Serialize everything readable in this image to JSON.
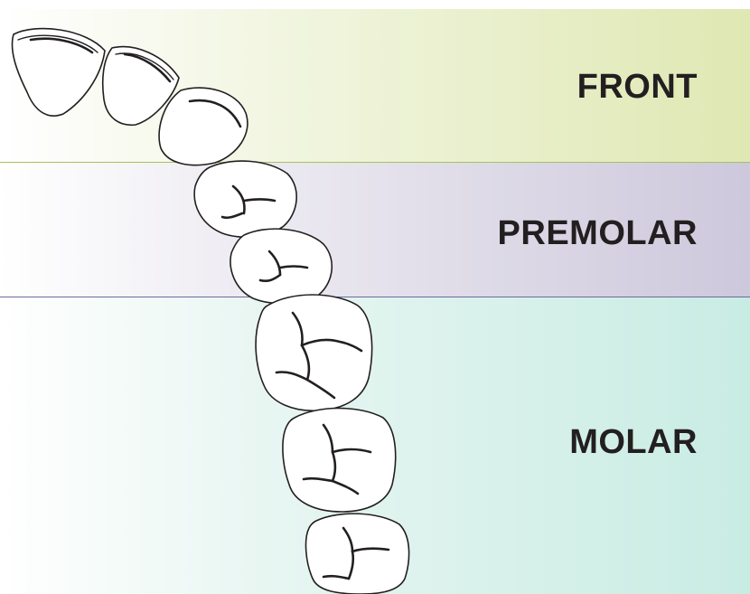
{
  "regions": {
    "front": {
      "label": "FRONT",
      "color": "#dfe8b3"
    },
    "premolar": {
      "label": "PREMOLAR",
      "color": "#cdc8dc"
    },
    "molar": {
      "label": "MOLAR",
      "color": "#c8ece3"
    }
  },
  "teeth": [
    {
      "name": "central-incisor-tooth",
      "type": "incisor"
    },
    {
      "name": "lateral-incisor-tooth",
      "type": "incisor"
    },
    {
      "name": "canine-tooth",
      "type": "canine"
    },
    {
      "name": "first-premolar-tooth",
      "type": "premolar"
    },
    {
      "name": "second-premolar-tooth",
      "type": "premolar"
    },
    {
      "name": "first-molar-tooth",
      "type": "molar"
    },
    {
      "name": "second-molar-tooth",
      "type": "molar"
    },
    {
      "name": "third-molar-tooth",
      "type": "molar"
    }
  ]
}
